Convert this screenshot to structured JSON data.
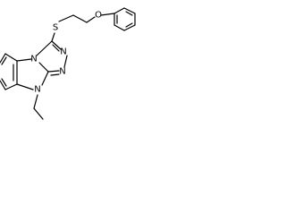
{
  "molecule": {
    "atoms": {
      "sulfur": "S",
      "oxygen": "O",
      "triazole_n_top": "N",
      "triazole_n_bottom": "N",
      "fusion_n": "N",
      "ethyl_n": "N"
    }
  },
  "colors": {
    "bond": "#000000",
    "background": "#ffffff"
  }
}
